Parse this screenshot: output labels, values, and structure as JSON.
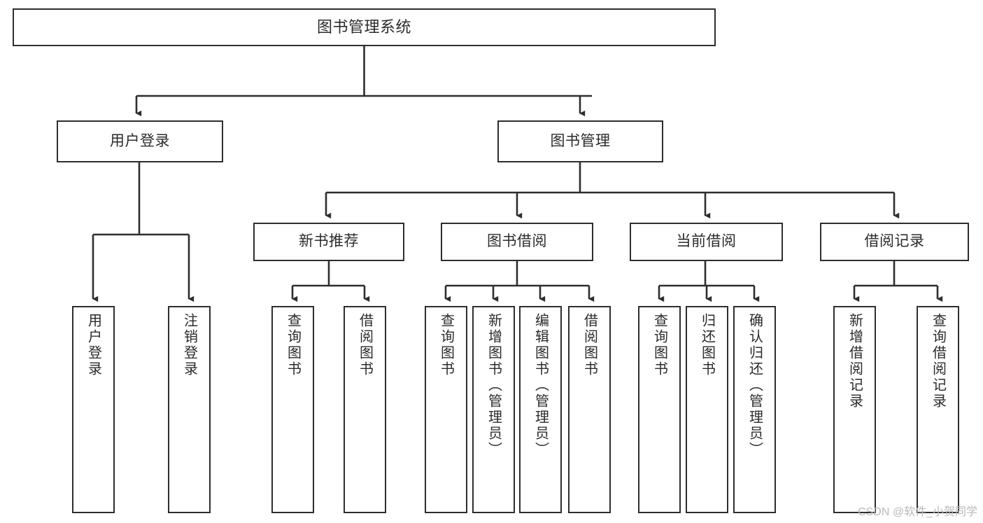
{
  "diagram": {
    "type": "tree-hierarchy-diagram",
    "title": "图书管理系统",
    "orientation": "top-down",
    "stroke_color": "#2e2e2e",
    "background_color": "#ffffff",
    "text_color": "#2b2b2b"
  },
  "root": {
    "label": "图书管理系统"
  },
  "level2": [
    {
      "label": "用户登录"
    },
    {
      "label": "图书管理"
    }
  ],
  "level3": [
    {
      "label": "新书推荐"
    },
    {
      "label": "图书借阅"
    },
    {
      "label": "当前借阅"
    },
    {
      "label": "借阅记录"
    }
  ],
  "leaves": {
    "user_login": [
      {
        "label": "用户登录"
      },
      {
        "label": "注销登录"
      }
    ],
    "new_book_recommend": [
      {
        "label": "查询图书"
      },
      {
        "label": "借阅图书"
      }
    ],
    "book_borrow": [
      {
        "label": "查询图书"
      },
      {
        "label": "新增图书（管理员）"
      },
      {
        "label": "编辑图书（管理员）"
      },
      {
        "label": "借阅图书"
      }
    ],
    "current_borrow": [
      {
        "label": "查询图书"
      },
      {
        "label": "归还图书"
      },
      {
        "label": "确认归还（管理员）"
      }
    ],
    "borrow_record": [
      {
        "label": "新增借阅记录"
      },
      {
        "label": "查询借阅记录"
      }
    ]
  },
  "watermark": {
    "text": "CSDN @软件_小贺同学"
  }
}
